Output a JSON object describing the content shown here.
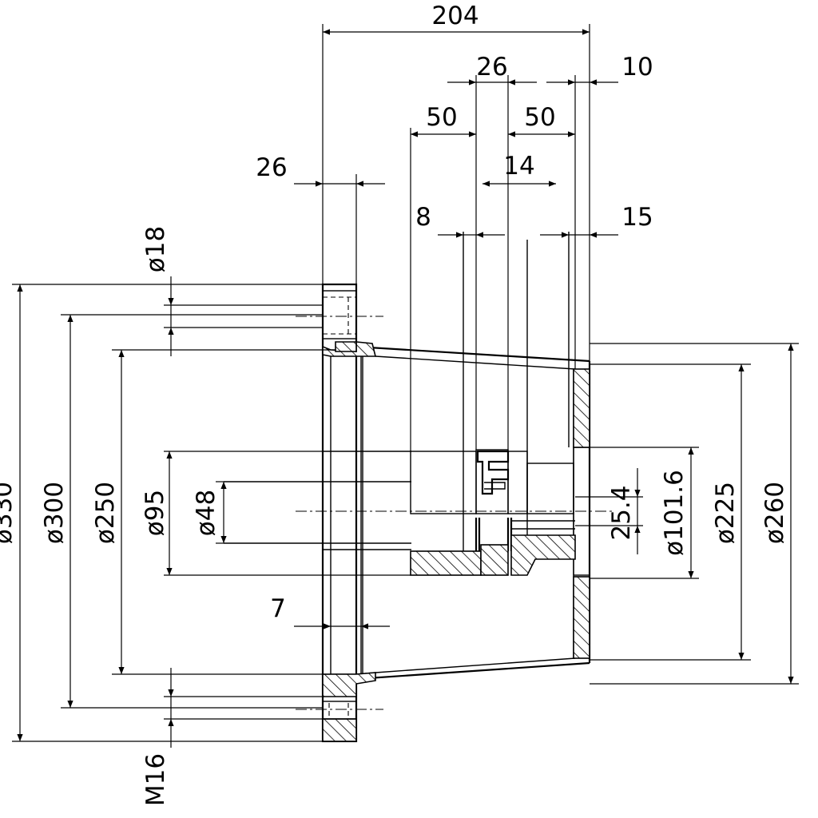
{
  "dimensions": {
    "overall_length": "204",
    "d_top_26": "26",
    "d_top_10": "10",
    "d_50_left": "50",
    "d_50_right": "50",
    "d_26_flange": "26",
    "d_14": "14",
    "d_8": "8",
    "d_15": "15",
    "d_7": "7",
    "dia_18": "ø18",
    "dia_partial": "ø330",
    "dia_300": "ø300",
    "dia_250": "ø250",
    "dia_95": "ø95",
    "dia_48": "ø48",
    "d_25_4": "25.4",
    "dia_101_6": "ø101.6",
    "dia_225": "ø225",
    "dia_260": "ø260",
    "thread_m16": "M16"
  }
}
